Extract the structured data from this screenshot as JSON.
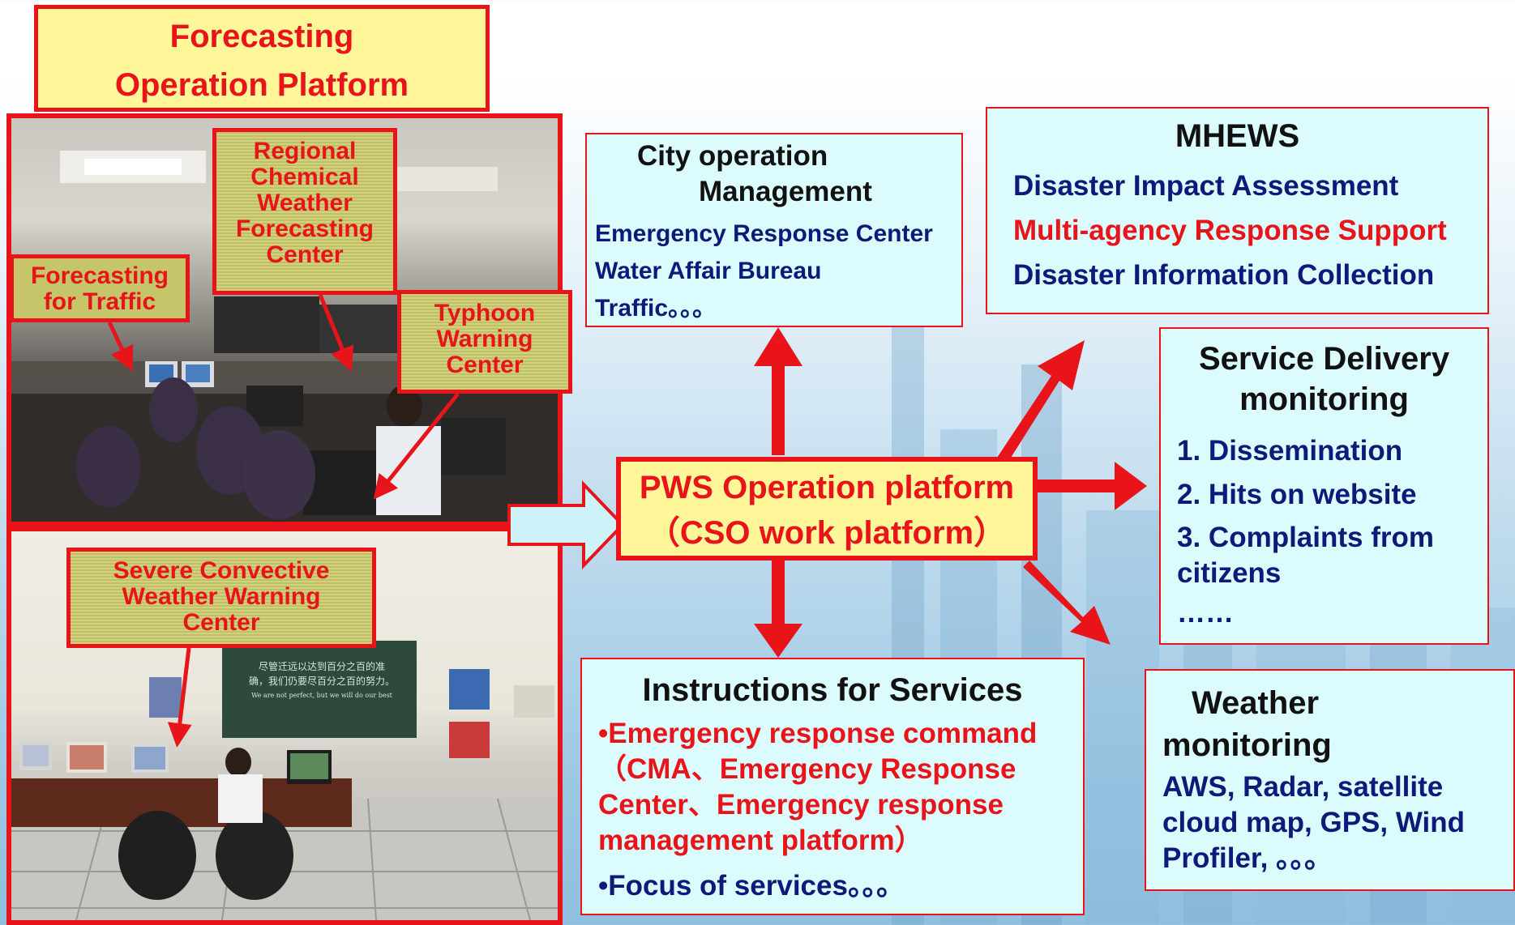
{
  "forecasting_platform": {
    "title_line1": "Forecasting",
    "title_line2": "Operation Platform"
  },
  "photo_labels": {
    "regional": [
      "Regional",
      "Chemical",
      "Weather",
      "Forecasting",
      "Center"
    ],
    "traffic": [
      "Forecasting",
      "for Traffic"
    ],
    "typhoon": [
      "Typhoon",
      "Warning",
      "Center"
    ],
    "severe": [
      "Severe Convective",
      "Weather Warning",
      "Center"
    ]
  },
  "wall_text": {
    "line1": "尽管迁远以达到百分之百的准",
    "line2": "确，我们仍要尽百分之百的努力。",
    "line3": "We are not perfect, but we will do our best"
  },
  "pws": {
    "line1": "PWS Operation platform",
    "line2": "（CSO work platform）"
  },
  "city_operation": {
    "title_line1": "City operation",
    "title_line2": "Management",
    "items": [
      "Emergency Response Center",
      "Water Affair Bureau",
      "Traffic。。。"
    ]
  },
  "mhews": {
    "title": "MHEWS",
    "items": [
      "Disaster Impact Assessment",
      "Multi-agency Response Support",
      "Disaster Information Collection"
    ]
  },
  "service_delivery": {
    "title_line1": "Service Delivery",
    "title_line2": "monitoring",
    "items": [
      "1. Dissemination",
      "2. Hits on website",
      "3. Complaints from",
      "citizens",
      "……"
    ]
  },
  "instructions": {
    "title": "Instructions for Services",
    "lines": [
      "•Emergency response command",
      "（CMA、Emergency Response",
      "Center、Emergency response",
      "management platform）"
    ],
    "focus": "•Focus of services。。。"
  },
  "weather_monitoring": {
    "title_line1": "Weather",
    "title_line2": "monitoring",
    "lines": [
      "AWS, Radar, satellite",
      "cloud map, GPS, Wind",
      "Profiler, 。。。"
    ]
  },
  "colors": {
    "red": "#e8141a",
    "navy": "#0d1a7a",
    "yellow": "#fff79a",
    "cyan": "#dcfbfd"
  }
}
